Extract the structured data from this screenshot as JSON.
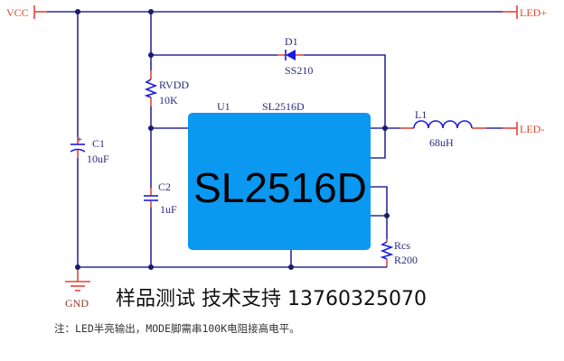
{
  "ports": {
    "vcc": "VCC",
    "led_plus": "LED+",
    "led_minus": "LED-",
    "gnd": "GND"
  },
  "components": {
    "c1": {
      "ref": "C1",
      "value": "10uF"
    },
    "c2": {
      "ref": "C2",
      "value": "1uF"
    },
    "rvdd": {
      "ref": "RVDD",
      "value": "10K"
    },
    "d1": {
      "ref": "D1",
      "value": "SS210"
    },
    "u1": {
      "ref": "U1",
      "value": "SL2516D",
      "body_label": "SL2516D"
    },
    "l1": {
      "ref": "L1",
      "value": "68uH"
    },
    "rcs": {
      "ref": "Rcs",
      "value": "R200"
    }
  },
  "support_text": "样品测试 技术支持 13760325070",
  "note": "注：LED半亮输出，MODE脚需串100K电阻接高电平。",
  "colors": {
    "wire": "#2b2b9b",
    "chip": "#0a98f0",
    "pin": "#e0443a",
    "port": "#d84a2a"
  }
}
